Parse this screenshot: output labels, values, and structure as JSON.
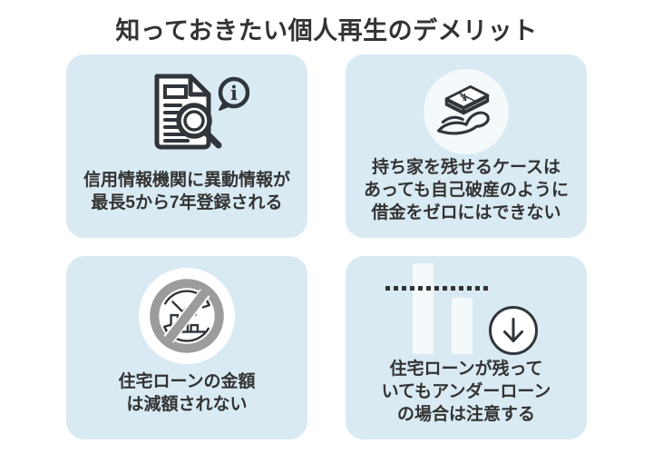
{
  "page": {
    "title": "知っておきたい個人再生のデメリット"
  },
  "colors": {
    "page_bg": "#ffffff",
    "card_bg": "#d9eaf3",
    "text": "#333333",
    "icon_stroke": "#2f353a",
    "icon_circle_bg": "#f4f9fb",
    "prohibition_gray": "#9c9c9c",
    "bar_fill": "#f4f9fb"
  },
  "cards": [
    {
      "name": "credit-info-registered",
      "icon": "document-search-info-icon",
      "lines": [
        "信用情報機関に異動情報が",
        "最長5から7年登録される"
      ]
    },
    {
      "name": "debt-not-zero",
      "icon": "money-on-hand-icon",
      "lines": [
        "持ち家を残せるケースは",
        "あっても自己破産のように",
        "借金をゼロにはできない"
      ]
    },
    {
      "name": "home-loan-not-reduced",
      "icon": "no-reduction-chart-icon",
      "lines": [
        "住宅ローンの金額",
        "は減額されない"
      ]
    },
    {
      "name": "underloan-caution",
      "icon": "underloan-bars-down-icon",
      "lines": [
        "住宅ローンが残って",
        "いてもアンダーローン",
        "の場合は注意する"
      ]
    }
  ]
}
